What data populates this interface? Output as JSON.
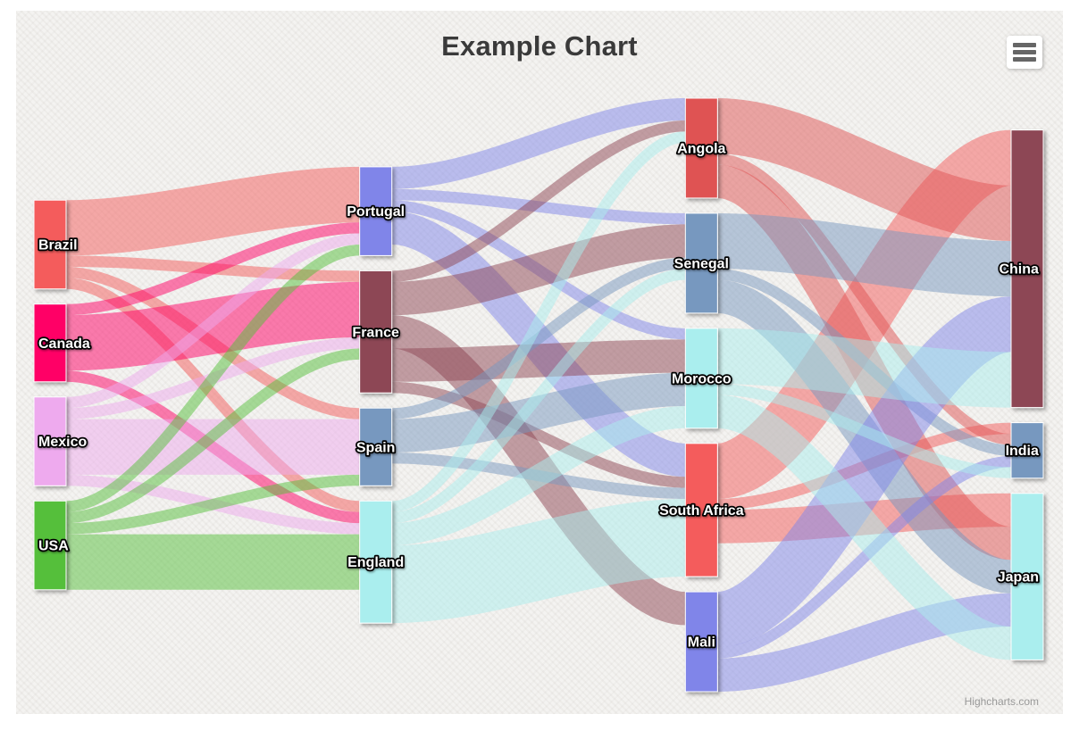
{
  "header": {
    "title": "Example Chart"
  },
  "toolbar": {
    "menu_icon": "hamburger-menu-icon"
  },
  "credits": {
    "label": "Highcharts.com"
  },
  "colors": {
    "background": "#f4f3f1",
    "title_text": "#3a3a3a",
    "credits_text": "#999999",
    "menu_bars": "#666666",
    "node_border": "#ffffff"
  },
  "chart_data": {
    "type": "sankey",
    "title": "Example Chart",
    "legend": "none",
    "link_opacity": 0.5,
    "nodes": [
      {
        "id": "Brazil",
        "color": "#f45b5b"
      },
      {
        "id": "Canada",
        "color": "#ff0066"
      },
      {
        "id": "Mexico",
        "color": "#eeaaee"
      },
      {
        "id": "USA",
        "color": "#55BF3B"
      },
      {
        "id": "Portugal",
        "color": "#8085e9"
      },
      {
        "id": "France",
        "color": "#8d4654"
      },
      {
        "id": "Spain",
        "color": "#7798BF"
      },
      {
        "id": "England",
        "color": "#aaeeee"
      },
      {
        "id": "Angola",
        "color": "#DF5353"
      },
      {
        "id": "Senegal",
        "color": "#7798BF"
      },
      {
        "id": "Morocco",
        "color": "#aaeeee"
      },
      {
        "id": "South Africa",
        "color": "#f45b5b"
      },
      {
        "id": "Mali",
        "color": "#8085e9"
      },
      {
        "id": "China",
        "color": "#8d4654"
      },
      {
        "id": "India",
        "color": "#7798BF"
      },
      {
        "id": "Japan",
        "color": "#aaeeee"
      }
    ],
    "links": [
      {
        "from": "Brazil",
        "to": "Portugal",
        "weight": 5
      },
      {
        "from": "Brazil",
        "to": "France",
        "weight": 1
      },
      {
        "from": "Brazil",
        "to": "Spain",
        "weight": 1
      },
      {
        "from": "Brazil",
        "to": "England",
        "weight": 1
      },
      {
        "from": "Canada",
        "to": "Portugal",
        "weight": 1
      },
      {
        "from": "Canada",
        "to": "France",
        "weight": 5
      },
      {
        "from": "Canada",
        "to": "England",
        "weight": 1
      },
      {
        "from": "Mexico",
        "to": "Portugal",
        "weight": 1
      },
      {
        "from": "Mexico",
        "to": "France",
        "weight": 1
      },
      {
        "from": "Mexico",
        "to": "Spain",
        "weight": 5
      },
      {
        "from": "Mexico",
        "to": "England",
        "weight": 1
      },
      {
        "from": "USA",
        "to": "Portugal",
        "weight": 1
      },
      {
        "from": "USA",
        "to": "France",
        "weight": 1
      },
      {
        "from": "USA",
        "to": "Spain",
        "weight": 1
      },
      {
        "from": "USA",
        "to": "England",
        "weight": 5
      },
      {
        "from": "Portugal",
        "to": "Angola",
        "weight": 2
      },
      {
        "from": "Portugal",
        "to": "Senegal",
        "weight": 1
      },
      {
        "from": "Portugal",
        "to": "Morocco",
        "weight": 1
      },
      {
        "from": "Portugal",
        "to": "South Africa",
        "weight": 3
      },
      {
        "from": "France",
        "to": "Angola",
        "weight": 1
      },
      {
        "from": "France",
        "to": "Senegal",
        "weight": 3
      },
      {
        "from": "France",
        "to": "Mali",
        "weight": 3
      },
      {
        "from": "France",
        "to": "Morocco",
        "weight": 3
      },
      {
        "from": "France",
        "to": "South Africa",
        "weight": 1
      },
      {
        "from": "Spain",
        "to": "Senegal",
        "weight": 1
      },
      {
        "from": "Spain",
        "to": "Morocco",
        "weight": 3
      },
      {
        "from": "Spain",
        "to": "South Africa",
        "weight": 1
      },
      {
        "from": "England",
        "to": "Angola",
        "weight": 1
      },
      {
        "from": "England",
        "to": "Senegal",
        "weight": 1
      },
      {
        "from": "England",
        "to": "Morocco",
        "weight": 2
      },
      {
        "from": "England",
        "to": "South Africa",
        "weight": 7
      },
      {
        "from": "South Africa",
        "to": "China",
        "weight": 5
      },
      {
        "from": "South Africa",
        "to": "India",
        "weight": 1
      },
      {
        "from": "South Africa",
        "to": "Japan",
        "weight": 3
      },
      {
        "from": "Angola",
        "to": "China",
        "weight": 5
      },
      {
        "from": "Angola",
        "to": "India",
        "weight": 1
      },
      {
        "from": "Angola",
        "to": "Japan",
        "weight": 3
      },
      {
        "from": "Senegal",
        "to": "China",
        "weight": 5
      },
      {
        "from": "Senegal",
        "to": "India",
        "weight": 1
      },
      {
        "from": "Senegal",
        "to": "Japan",
        "weight": 3
      },
      {
        "from": "Mali",
        "to": "China",
        "weight": 5
      },
      {
        "from": "Mali",
        "to": "India",
        "weight": 1
      },
      {
        "from": "Mali",
        "to": "Japan",
        "weight": 3
      },
      {
        "from": "Morocco",
        "to": "China",
        "weight": 5
      },
      {
        "from": "Morocco",
        "to": "India",
        "weight": 1
      },
      {
        "from": "Morocco",
        "to": "Japan",
        "weight": 3
      }
    ]
  }
}
